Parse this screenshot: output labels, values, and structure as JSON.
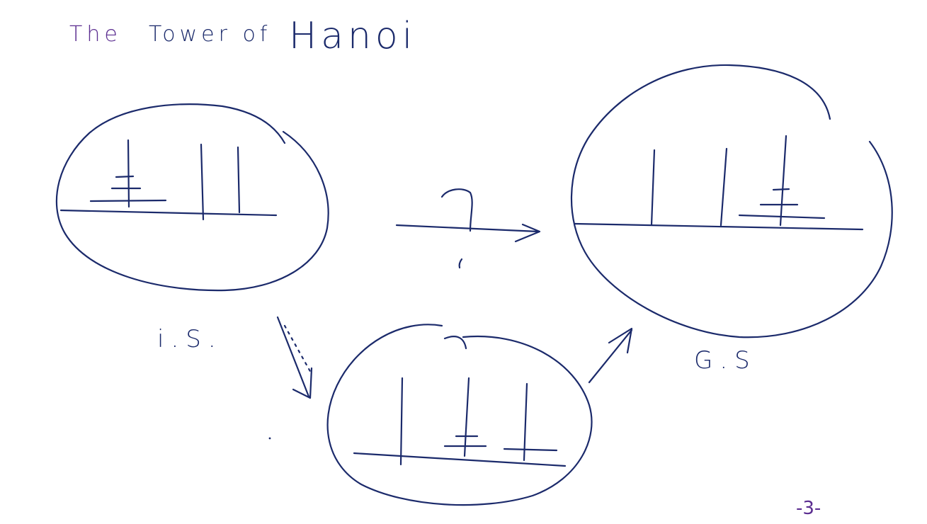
{
  "title": {
    "prefix": "The",
    "main": "Tower of",
    "emphasis": "Hanoi"
  },
  "arrow_label": "?",
  "states": {
    "initial_label": "i.S.",
    "goal_label": "G.S"
  },
  "page_number": "-3-",
  "colors": {
    "ink": "#1b2a6b",
    "accent_ink": "#5b2d90",
    "background": "#ffffff"
  }
}
